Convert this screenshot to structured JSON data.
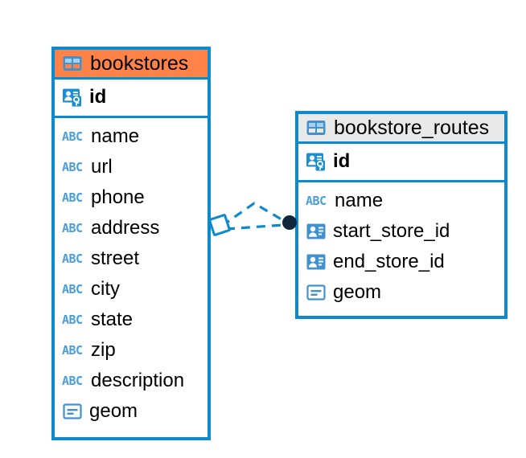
{
  "diagram": {
    "type": "entity-relationship-diagram",
    "background_color": "#ffffff",
    "accent_color": "#0e8acc",
    "selected_header_color": "#ff8348",
    "unselected_header_color": "#e9e9e9",
    "icon_labels": {
      "table": "table-icon",
      "primary_key": "primary-key-icon",
      "foreign_key": "foreign-key-icon",
      "text_type": "abc-text-type-icon",
      "geometry_type": "geometry-type-icon"
    },
    "abc_glyph": "ABC"
  },
  "tables": [
    {
      "name": "bookstores",
      "selected": true,
      "primary_key": {
        "name": "id",
        "type_icon": "primary-key-icon"
      },
      "fields": [
        {
          "name": "name",
          "type_icon": "abc-text-type-icon"
        },
        {
          "name": "url",
          "type_icon": "abc-text-type-icon"
        },
        {
          "name": "phone",
          "type_icon": "abc-text-type-icon"
        },
        {
          "name": "address",
          "type_icon": "abc-text-type-icon"
        },
        {
          "name": "street",
          "type_icon": "abc-text-type-icon"
        },
        {
          "name": "city",
          "type_icon": "abc-text-type-icon"
        },
        {
          "name": "state",
          "type_icon": "abc-text-type-icon"
        },
        {
          "name": "zip",
          "type_icon": "abc-text-type-icon"
        },
        {
          "name": "description",
          "type_icon": "abc-text-type-icon"
        },
        {
          "name": "geom",
          "type_icon": "geometry-type-icon"
        }
      ]
    },
    {
      "name": "bookstore_routes",
      "selected": false,
      "primary_key": {
        "name": "id",
        "type_icon": "primary-key-icon"
      },
      "fields": [
        {
          "name": "name",
          "type_icon": "abc-text-type-icon"
        },
        {
          "name": "start_store_id",
          "type_icon": "foreign-key-icon"
        },
        {
          "name": "end_store_id",
          "type_icon": "foreign-key-icon"
        },
        {
          "name": "geom",
          "type_icon": "geometry-type-icon"
        }
      ]
    }
  ],
  "relationship": {
    "style": "dashed",
    "color": "#0e8acc",
    "source_marker": "diamond",
    "target_marker": "filled-circle",
    "target_marker_color": "#10263a"
  }
}
